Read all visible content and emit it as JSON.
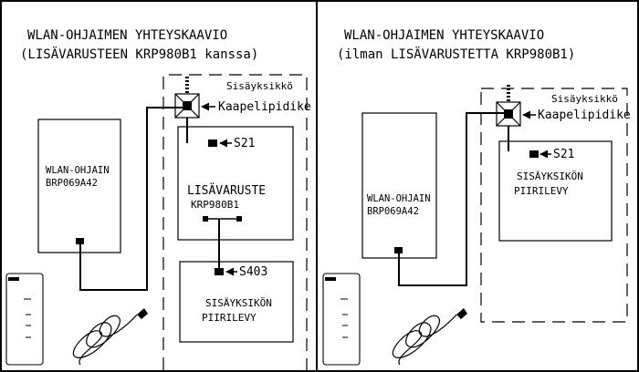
{
  "panels": [
    {
      "title_line1": "WLAN-OHJAIMEN YHTEYSKAAVIO",
      "title_line2": "(LISÄVARUSTEEN KRP980B1 kanssa)",
      "indoor_unit": "Sisäyksikkö",
      "cable_holder": "Kaapelipidike",
      "wlan_name": "WLAN-OHJAIN",
      "wlan_model": "BRP069A42",
      "connector_s21": "S21",
      "accessory_name": "LISÄVARUSTE",
      "accessory_model": "KRP980B1",
      "connector_s403": "S403",
      "pcb_line1": "SISÄYKSIKÖN",
      "pcb_line2": "PIIRILEVY"
    },
    {
      "title_line1": "WLAN-OHJAIMEN YHTEYSKAAVIO",
      "title_line2": "(ilman LISÄVARUSTETTA KRP980B1)",
      "indoor_unit": "Sisäyksikkö",
      "cable_holder": "Kaapelipidike",
      "wlan_name": "WLAN-OHJAIN",
      "wlan_model": "BRP069A42",
      "connector_s21": "S21",
      "pcb_line1": "SISÄYKSIKÖN",
      "pcb_line2": "PIIRILEVY"
    }
  ],
  "icons": {
    "device": "wlan-adapter-device-icon",
    "cable": "coiled-cable-icon",
    "holder": "cable-holder-icon"
  }
}
